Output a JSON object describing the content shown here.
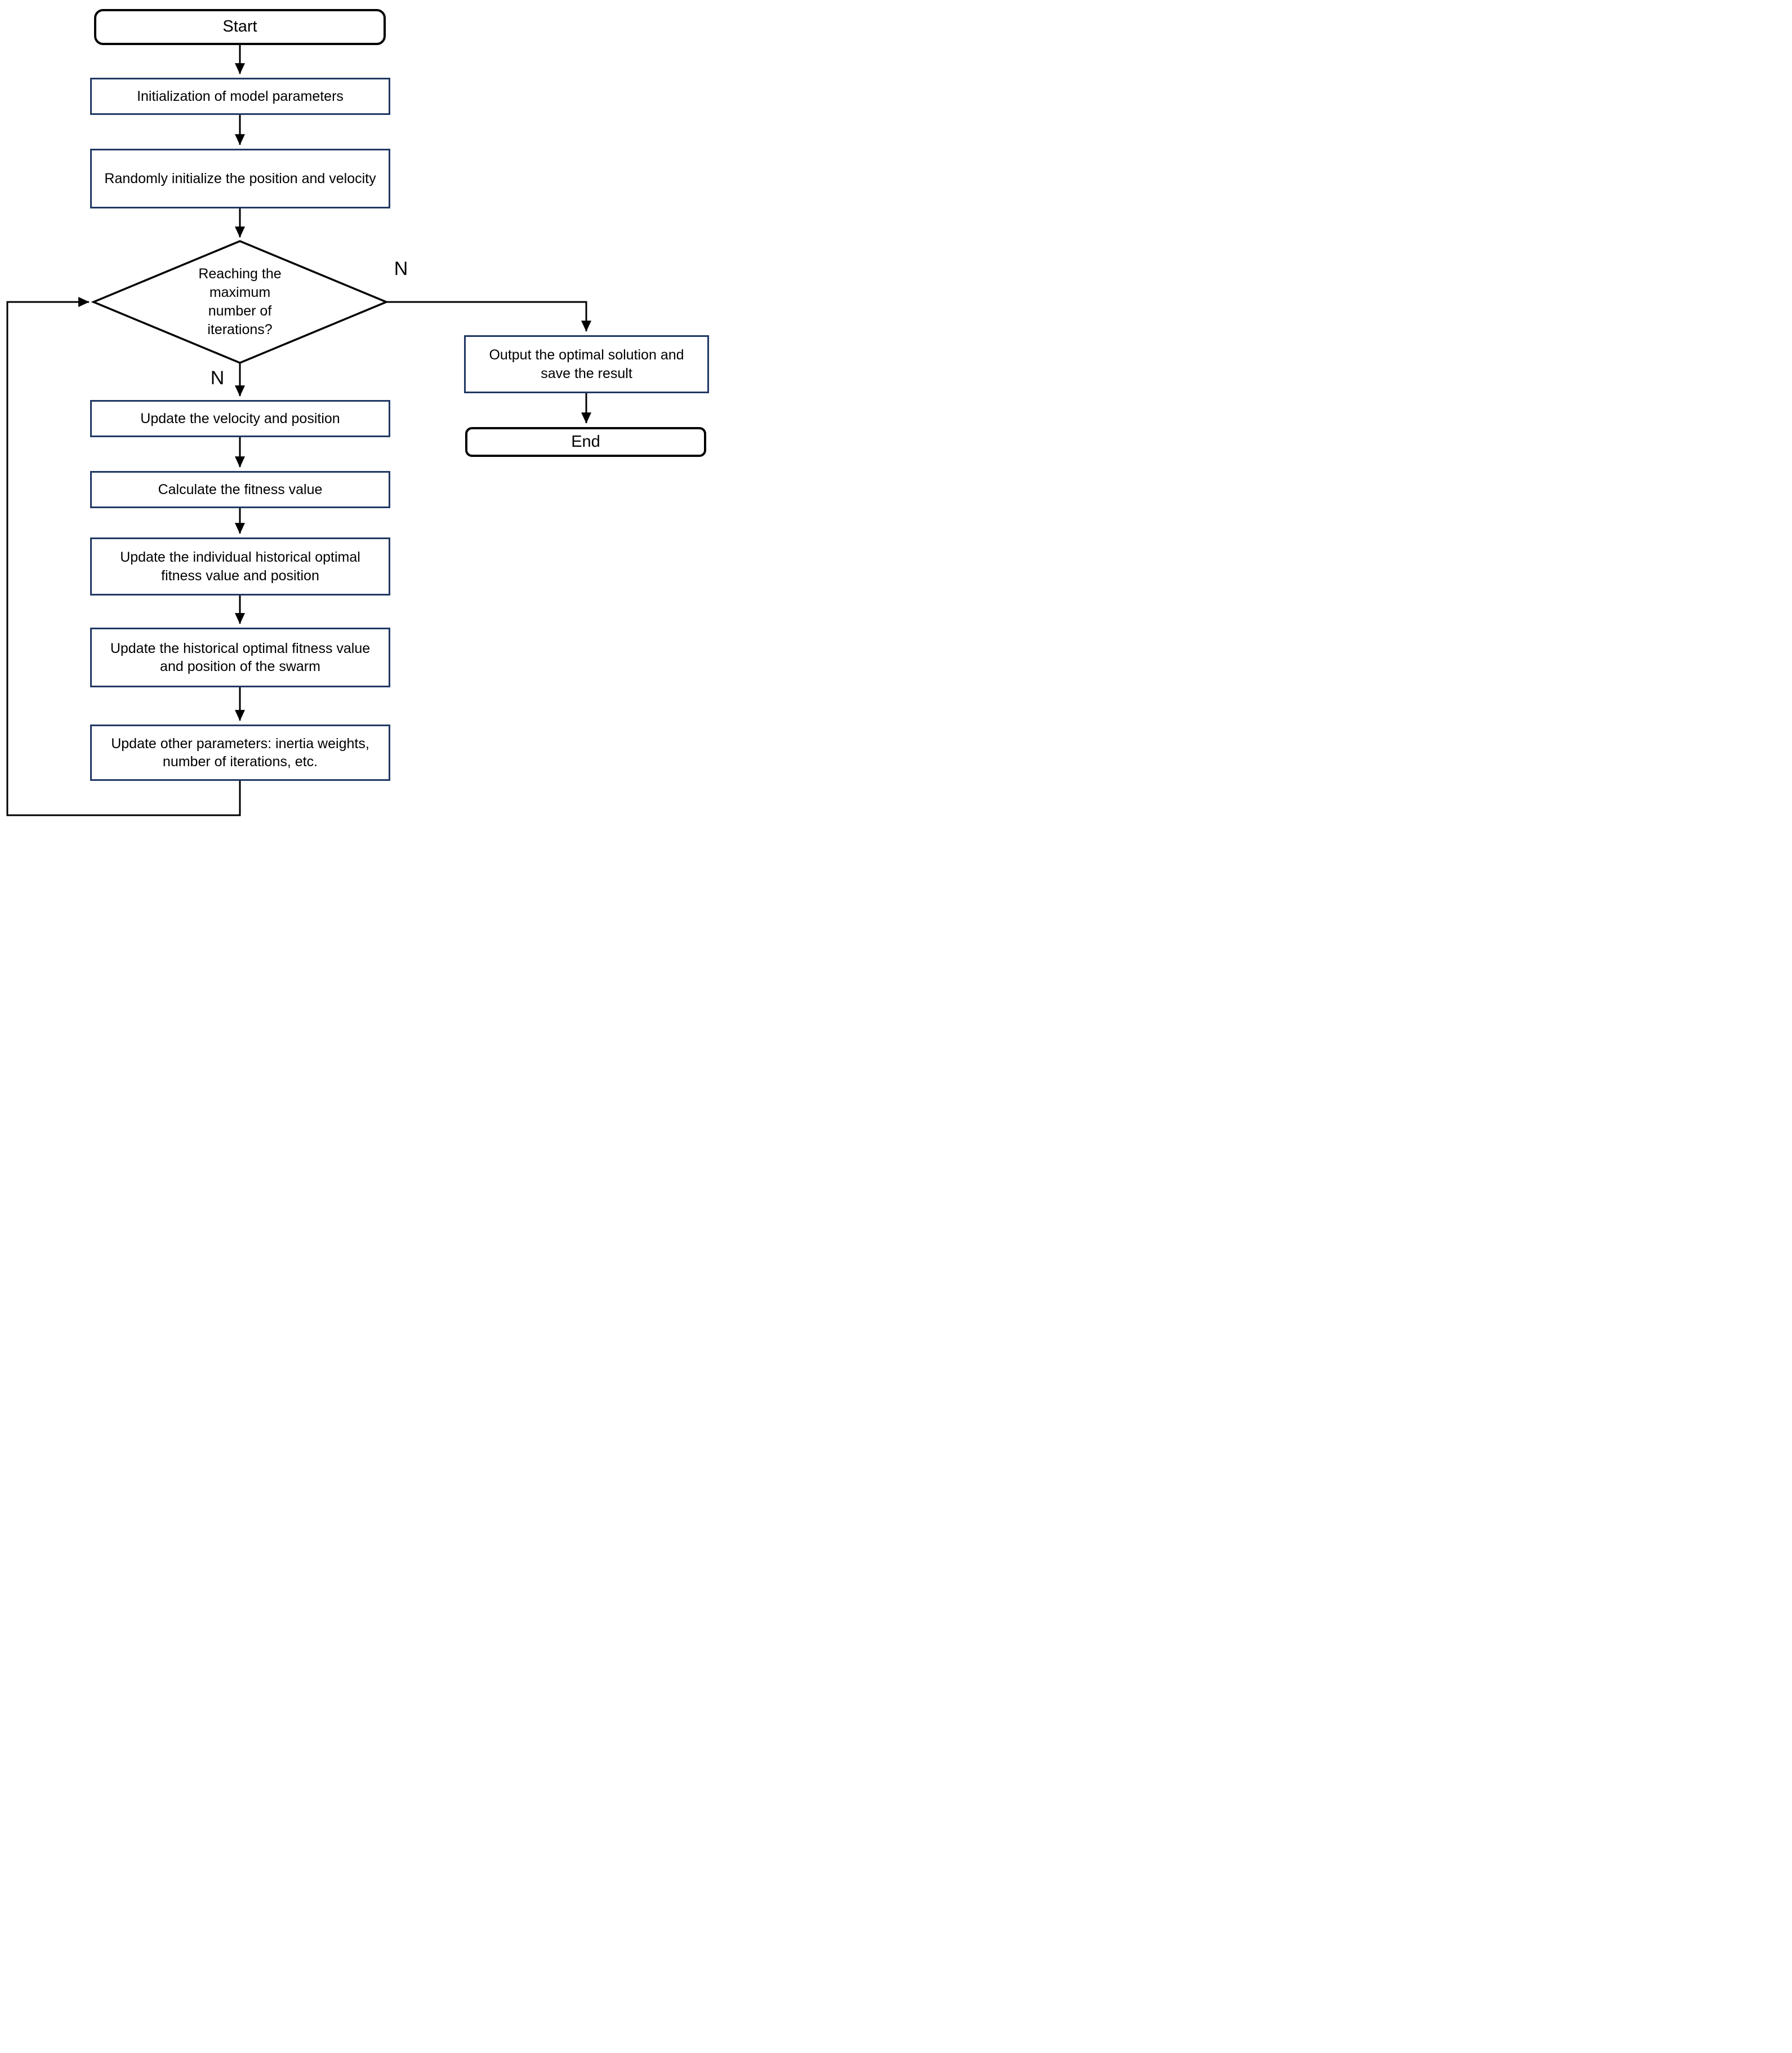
{
  "flowchart": {
    "nodes": {
      "start": {
        "label": "Start"
      },
      "init_params": {
        "label": "Initialization of model parameters"
      },
      "random_init": {
        "label": "Randomly initialize the position and velocity"
      },
      "decision": {
        "label": "Reaching the maximum number of iterations?"
      },
      "update_velocity": {
        "label": "Update the velocity and position"
      },
      "calc_fitness": {
        "label": "Calculate the fitness value"
      },
      "update_individual": {
        "label": "Update the individual historical optimal fitness value and position"
      },
      "update_swarm": {
        "label": "Update the historical optimal fitness value and position of the swarm"
      },
      "update_params": {
        "label": "Update other parameters: inertia weights, number of iterations, etc."
      },
      "output": {
        "label": "Output the optimal solution and save the result"
      },
      "end": {
        "label": "End"
      }
    },
    "edge_labels": {
      "decision_right": "N",
      "decision_down": "N"
    },
    "colors": {
      "process_border": "#203864",
      "terminator_border": "#000000",
      "connector": "#000000",
      "text": "#000000",
      "background": "#ffffff"
    }
  }
}
